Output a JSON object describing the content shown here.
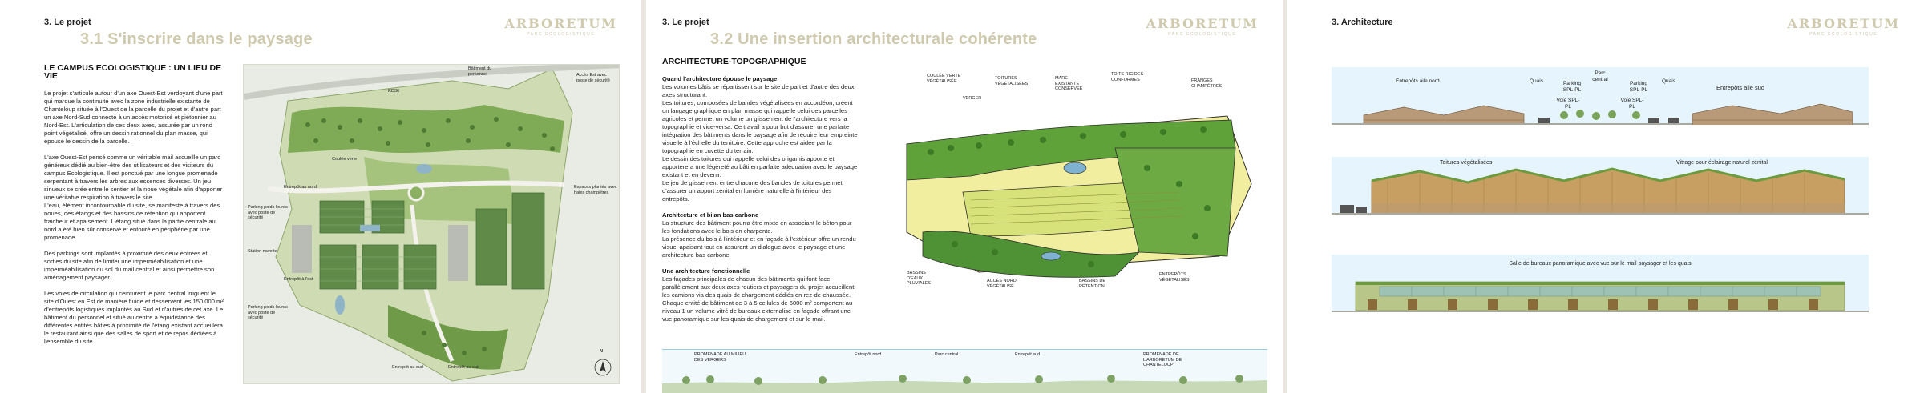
{
  "logo": {
    "name": "ARBORETUM",
    "tagline": "PARC ECOLOGISTIQUE"
  },
  "page1": {
    "section": "3. Le projet",
    "title": "3.1 S'inscrire dans le paysage",
    "heading": "LE CAMPUS ECOLOGISTIQUE : UN LIEU DE VIE",
    "paragraphs": [
      "Le projet s'articule autour d'un axe Ouest-Est verdoyant d'une part qui marque la continuité avec la zone industrielle existante de Chanteloup située à l'Ouest de la parcelle du projet et d'autre part un axe Nord-Sud connecté à un accès motorisé et piétonnier au Nord-Est. L'articulation de ces deux axes, assurée par un rond point végétalisé, offre un dessin rationnel du plan masse, qui épouse le dessin de la parcelle.",
      "L'axe Ouest-Est pensé comme un véritable mail accueille un parc généreux dédié au bien-être des utilisateurs et des visiteurs du campus Ecologistique. Il est ponctué par une longue promenade serpentant à travers les arbres aux essences diverses. Un jeu sinueux se crée entre le sentier et la noue végétale afin d'apporter une véritable respiration à travers le site.\nL'eau, élément incontournable du site, se manifeste à travers des noues, des étangs et des bassins de rétention qui apportent fraicheur et apaisement. L'étang situé dans la partie centrale au nord a été bien sûr conservé et entouré en périphérie par une promenade.",
      "Des parkings sont implantés à proximité des deux entrées et sorties du site afin de limiter une imperméabilisation et une imperméabilisation du sol du mail central et ainsi permettre son aménagement paysager.",
      "Les voies de circulation qui ceinturent le parc central irriguent le site d'Ouest en Est de manière fluide et desservent les 150 000 m² d'entrepôts logistiques implantés au Sud et d'autres de cet axe. Le bâtiment du personnel et situé au centre à équidistance des différentes entités bâties à proximité de l'étang existant accueillera le restaurant ainsi que des salles de sport et de repos dédiées à l'ensemble du site."
    ],
    "map_labels": {
      "batiment": "Bâtiment du personnel",
      "rd": "RD36",
      "acces_est": "Accès Est avec poste de sécurité",
      "coulee": "Coulée verte",
      "entrepot_nord": "Entrepôt au nord",
      "parking": "Parking poids lourds avec poste de sécurité",
      "espaces": "Espaces plantés avec haies champêtres",
      "station": "Station navette",
      "entrepot_est": "Entrepôt à l'est",
      "parking2": "Parking poids lourds avec poste de sécurité",
      "entrepot_sud1": "Entrepôt au sud",
      "entrepot_sud2": "Entrepôt au sud",
      "north": "N"
    }
  },
  "page2": {
    "section": "3. Le projet",
    "title": "3.2 Une insertion architecturale cohérente",
    "heading": "ARCHITECTURE-TOPOGRAPHIQUE",
    "sub1": "Quand l'architecture épouse le paysage",
    "text1": "Les volumes bâtis se répartissent sur le site de part et d'autre des deux axes structurant.\nLes toitures, composées de bandes végétalisées en accordéon, créent un langage graphique en plan masse qui rappelle celui des parcelles agricoles et permet un volume un glissement de l'architecture vers la topographie et vice-versa. Ce travail a pour but d'assurer une parfaite intégration des bâtiments dans le paysage afin de réduire leur empreinte visuelle à l'échelle du territoire. Cette approche est aidée par la topographie en cuvette du terrain.\nLe dessin des toitures qui rappelle celui des origamis apporte et apporterera une légèreté au bâti en parfaite adéquation avec le paysage existant et en devenir.\nLe jeu de glissement entre chacune des bandes de toitures permet d'assurer un apport zénital en lumière naturelle à l'intérieur des entrepôts.",
    "sub2": "Architecture et bilan bas carbone",
    "text2": "La structure des bâtiment pourra être mixte en associant le béton pour les fondations avec le bois en charpente.\nLa présence du bois à l'intérieur et en façade à l'extérieur offre un rendu visuel apaisant tout en assurant un dialogue avec le paysage et une architecture bas carbone.",
    "sub3": "Une architecture fonctionnelle",
    "text3": "Les façades principales de chacun des bâtiments qui font face parallèlement aux deux axes routiers et paysagers du projet accueillent les camions via des quais de chargement dédiés en rez-de-chaussée.\nChaque entité de bâtiment de 3 à 5 cellules de 6000 m² comportent au niveau 1 un volume vitré de bureaux externalisé en façade offrant une vue panoramique sur les quais de chargement et sur le mail.",
    "sketch_labels": [
      "COULÉE VERTE VÉGÉTALISÉE",
      "TOITURES VÉGÉTALISÉES",
      "MARE EXISTANTE CONSERVÉE",
      "TOITS RIGIDES CONFORMES",
      "VERGER",
      "FRANGES CHAMPÊTRES",
      "BASSINS D'EAUX PLUVIALES",
      "ACCÈS NORD VÉGÉTALISÉ",
      "BASSINS DE RÉTENTION",
      "ENTREPÔTS VÉGÉTALISÉS"
    ],
    "bottom_labels": [
      "PROMENADE AU MILIEU DES VERGERS",
      "Entrepôt nord",
      "Parc central",
      "Entrepôt sud",
      "PROMENADE DE L'ARBORETUM DE CHANTELOUP"
    ]
  },
  "page3": {
    "section": "3. Architecture",
    "elev1": {
      "labels": [
        "Entrepôts aile nord",
        "Quais",
        "Parc central",
        "Parking SPL-PL",
        "Voie SPL-PL",
        "Parking SPL-PL",
        "Voie SPL-PL",
        "Quais",
        "Entrepôts aile sud"
      ]
    },
    "elev2": {
      "left": "Toitures végétalisées",
      "right": "Vitrage pour éclairage naturel zénital"
    },
    "elev3": {
      "label": "Salle de bureaux panoramique avec vue sur le mail paysager et les quais"
    }
  }
}
